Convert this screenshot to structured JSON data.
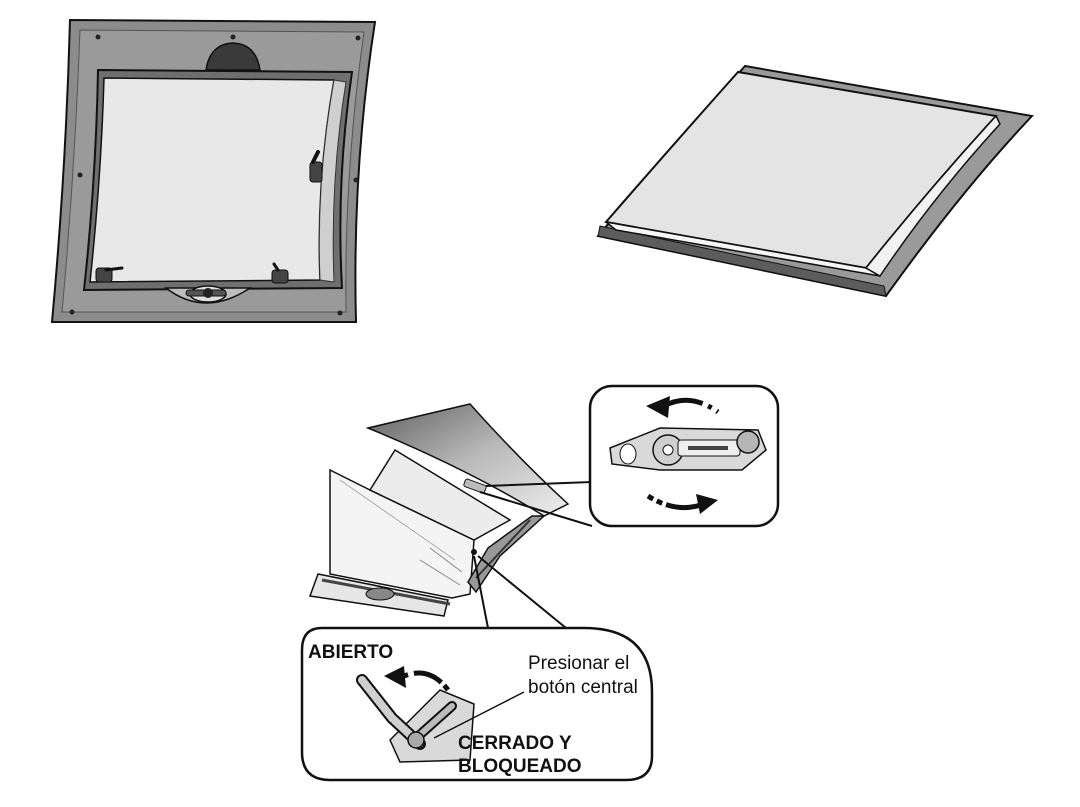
{
  "labels": {
    "open": "ABIERTO",
    "press_line1": "Presionar el",
    "press_line2": "botón central",
    "closed_line1": "CERRADO Y",
    "closed_line2": "BLOQUEADO"
  },
  "colors": {
    "frame": "#8a8a8a",
    "glass": "#e6e6e6",
    "outline": "#111111",
    "dark": "#3a3a3a"
  }
}
